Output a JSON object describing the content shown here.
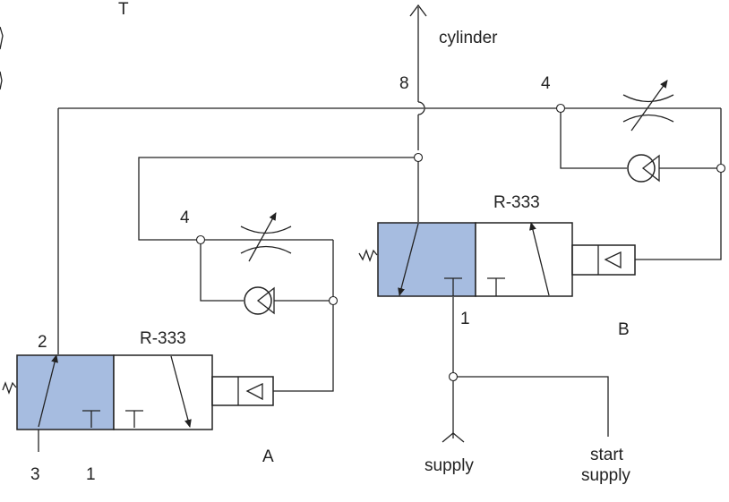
{
  "colors": {
    "line": "#222222",
    "valve_active": "#a6bce0",
    "background": "#ffffff"
  },
  "labels": {
    "top_port": "T",
    "cylinder": "cylinder",
    "port_8": "8",
    "valve_a": {
      "model": "R-333",
      "name": "A",
      "port_2": "2",
      "port_3": "3",
      "port_1": "1",
      "flow_control_port": "4"
    },
    "valve_b": {
      "model": "R-333",
      "name": "B",
      "port_1": "1",
      "flow_control_port": "4"
    },
    "supply": "supply",
    "start_supply": [
      "start",
      "supply"
    ]
  }
}
